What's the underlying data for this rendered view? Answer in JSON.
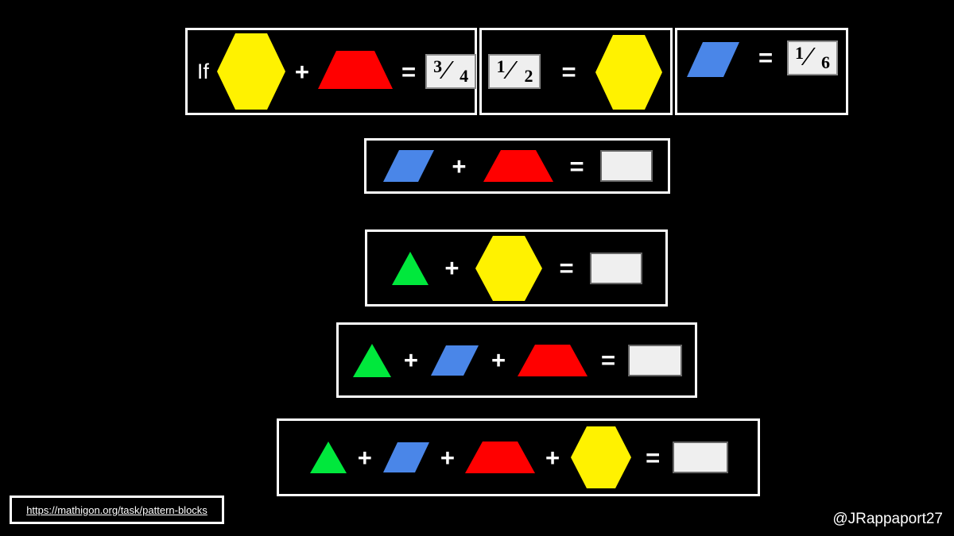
{
  "slide": {
    "background_color": "#000000",
    "box_border_color": "#ffffff"
  },
  "palette": {
    "hexagon_yellow": "#FFF200",
    "trapezoid_red": "#FF0000",
    "rhombus_blue": "#4A86E8",
    "triangle_green": "#00E83C",
    "plaque_fill": "#EFEFEF",
    "plaque_border": "#666666",
    "text_white": "#FFFFFF"
  },
  "givens": {
    "if_label": "If",
    "plus": "+",
    "equals": "=",
    "box1": {
      "left_shape": "hexagon",
      "right_shape": "trapezoid",
      "result_numerator": "3",
      "result_denominator": "4",
      "result_fraction": "3/4"
    },
    "box2": {
      "fraction_numerator": "1",
      "fraction_denominator": "2",
      "fraction": "1/2",
      "shape": "hexagon"
    },
    "box3": {
      "shape": "rhombus",
      "fraction_numerator": "1",
      "fraction_denominator": "6",
      "fraction": "1/6"
    }
  },
  "questions": [
    {
      "id": "q1",
      "terms": [
        "rhombus",
        "trapezoid"
      ],
      "operator": "+",
      "equals": "=",
      "answer": ""
    },
    {
      "id": "q2",
      "terms": [
        "triangle",
        "hexagon"
      ],
      "operator": "+",
      "equals": "=",
      "answer": ""
    },
    {
      "id": "q3",
      "terms": [
        "triangle",
        "rhombus",
        "trapezoid"
      ],
      "operator": "+",
      "equals": "=",
      "answer": ""
    },
    {
      "id": "q4",
      "terms": [
        "triangle",
        "rhombus",
        "trapezoid",
        "hexagon"
      ],
      "operator": "+",
      "equals": "=",
      "answer": ""
    }
  ],
  "footer": {
    "link_text": "https://mathigon.org/task/pattern-blocks",
    "attribution": "@JRappaport27"
  }
}
